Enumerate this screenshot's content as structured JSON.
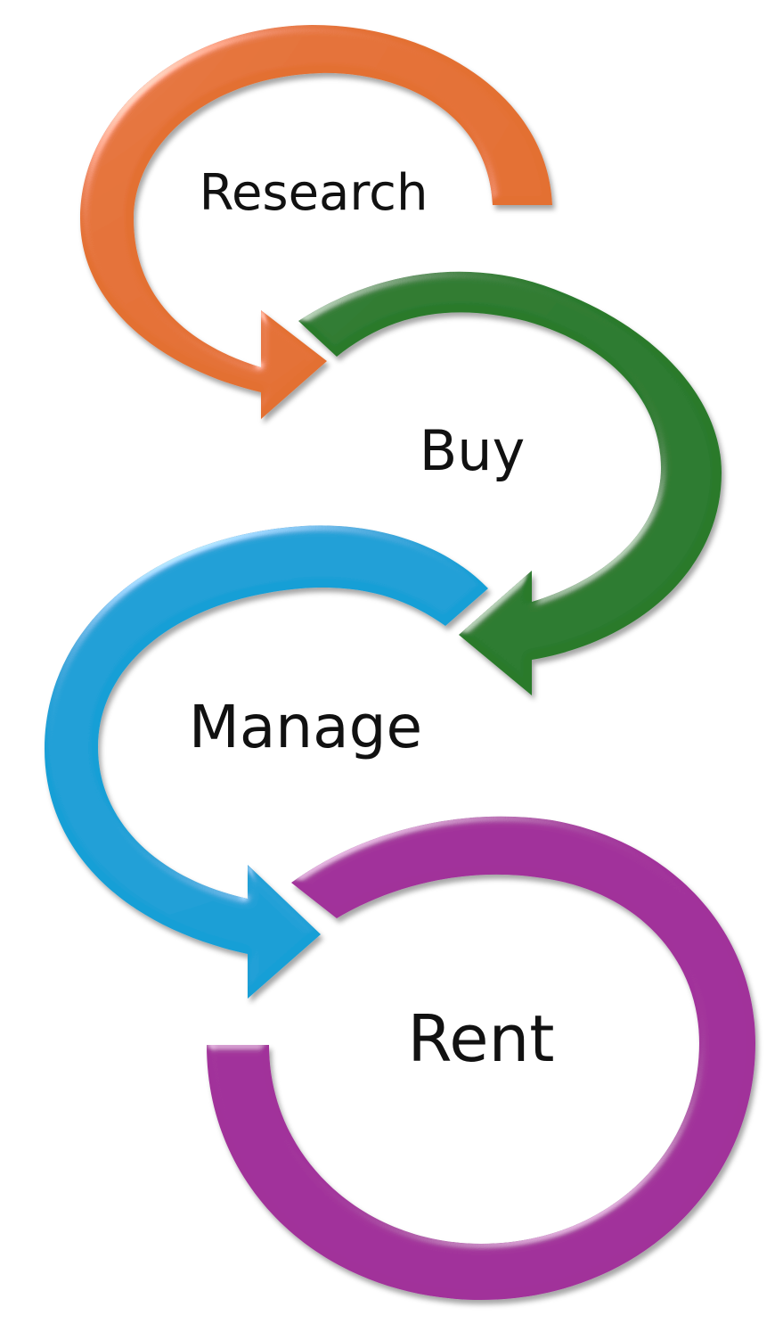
{
  "steps": [
    {
      "id": "research",
      "label": "Research",
      "color": "#e36f30"
    },
    {
      "id": "buy",
      "label": "Buy",
      "color": "#2a7a2c"
    },
    {
      "id": "manage",
      "label": "Manage",
      "color": "#199fd6"
    },
    {
      "id": "rent",
      "label": "Rent",
      "color": "#a1309a"
    }
  ]
}
